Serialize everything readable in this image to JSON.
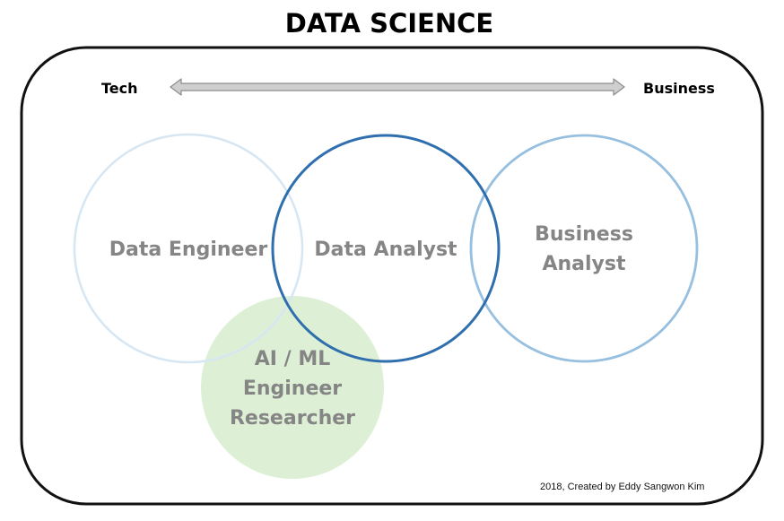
{
  "title": "DATA SCIENCE",
  "axis": {
    "left_label": "Tech",
    "right_label": "Business"
  },
  "roles": {
    "data_engineer": {
      "label": "Data Engineer"
    },
    "data_analyst": {
      "label": "Data Analyst"
    },
    "business_analyst": {
      "line1": "Business",
      "line2": "Analyst"
    },
    "ai_ml": {
      "line1": "AI / ML",
      "line2": "Engineer",
      "line3": "Researcher"
    }
  },
  "credit": "2018, Created by Eddy Sangwon Kim",
  "colors": {
    "border": "#111111",
    "data_engineer_stroke": "#d6e6f2",
    "data_analyst_stroke": "#2f6fad",
    "business_analyst_stroke": "#96bfe0",
    "ai_ml_fill": "#ddf0d6",
    "role_text": "#858585",
    "arrow_fill": "#cfcfcf",
    "arrow_stroke": "#8c8c8c"
  }
}
